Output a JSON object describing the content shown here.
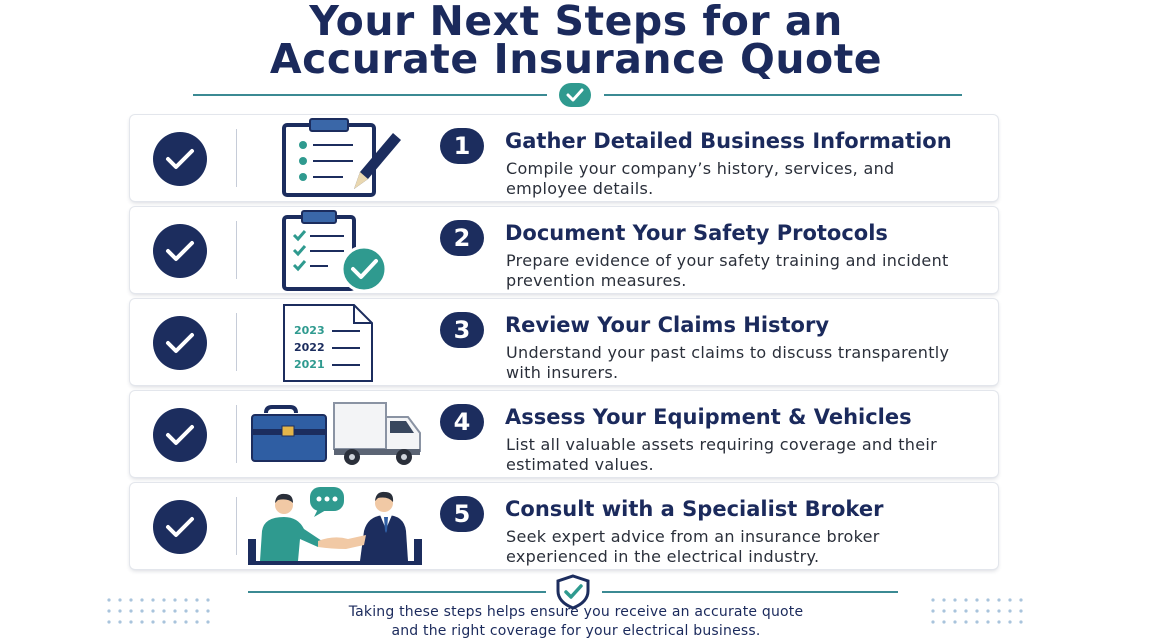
{
  "header": {
    "title_line1": "Your Next Steps for an",
    "title_line2": "Accurate Insurance Quote"
  },
  "steps": [
    {
      "number": "1",
      "title": "Gather Detailed Business Information",
      "description": "Compile your company’s history, services, and employee details.",
      "icon": "clipboard-pen-icon"
    },
    {
      "number": "2",
      "title": "Document Your Safety Protocols",
      "description": "Prepare evidence of your safety training and incident prevention measures.",
      "icon": "clipboard-checklist-icon"
    },
    {
      "number": "3",
      "title": "Review Your Claims History",
      "description": "Understand your past claims to discuss transparently with insurers.",
      "icon": "document-years-icon",
      "years": [
        "2023",
        "2022",
        "2021"
      ]
    },
    {
      "number": "4",
      "title": "Assess Your Equipment & Vehicles",
      "description": "List all valuable assets requiring coverage and their estimated values.",
      "icon": "toolbox-truck-icon"
    },
    {
      "number": "5",
      "title": "Consult with a Specialist Broker",
      "description": "Seek expert advice from an insurance broker experienced in the electrical industry.",
      "icon": "handshake-people-icon"
    }
  ],
  "footer": {
    "line1": "Taking these steps helps ensure you receive an accurate quote",
    "line2": "and the right coverage for your electrical business."
  },
  "colors": {
    "navy": "#1c2d5e",
    "teal": "#2f9a8f",
    "rule": "#3b8a93",
    "dots": "#a9c4dc"
  }
}
